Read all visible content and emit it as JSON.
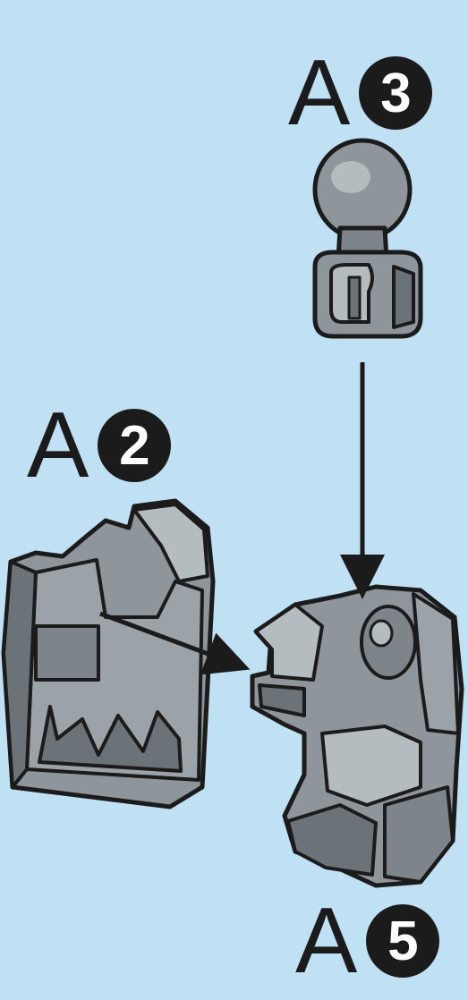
{
  "labels": {
    "a3": {
      "letter": "A",
      "number": "3"
    },
    "a2": {
      "letter": "A",
      "number": "2"
    },
    "a5": {
      "letter": "A",
      "number": "5"
    }
  },
  "colors": {
    "background": "#bfe1f3",
    "part_fill": "#8e969b",
    "part_shadow": "#6c7378",
    "part_highlight": "#b5bcc0",
    "outline": "#1b1b1b"
  }
}
